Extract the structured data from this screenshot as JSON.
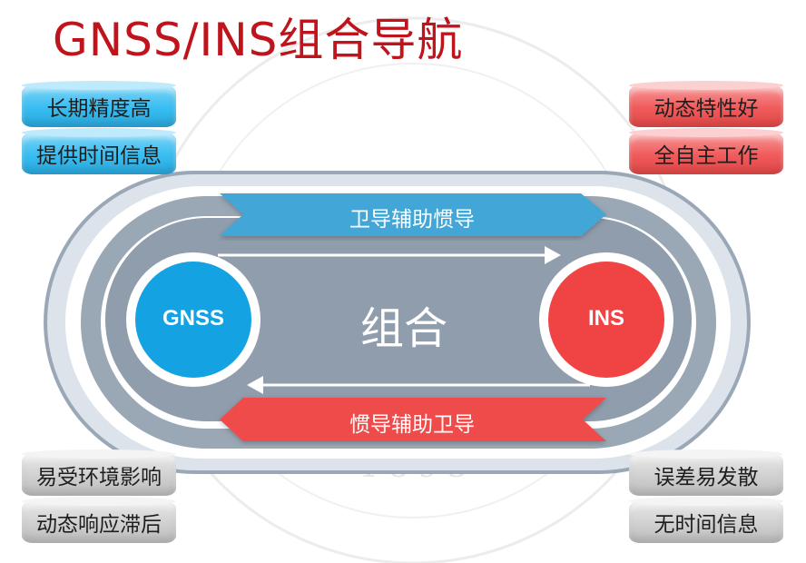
{
  "title": "GNSS/INS组合导航",
  "gnss_traits": [
    "长期精度高",
    "提供时间信息"
  ],
  "ins_traits": [
    "动态特性好",
    "全自主工作"
  ],
  "gnss_weaknesses": [
    "易受环境影响",
    "动态响应滞后"
  ],
  "ins_weaknesses": [
    "误差易发散",
    "无时间信息"
  ],
  "nodes": {
    "gnss": "GNSS",
    "ins": "INS",
    "center": "组合"
  },
  "flows": {
    "top": "卫导辅助惯导",
    "bottom": "惯导辅助卫导"
  },
  "watermark": {
    "year": "1 8 9 3"
  },
  "colors": {
    "title": "#c0141c",
    "blue": "#1aa3e0",
    "red": "#f04444",
    "track": "#8f9dad",
    "gray": "#cfcfcf"
  }
}
